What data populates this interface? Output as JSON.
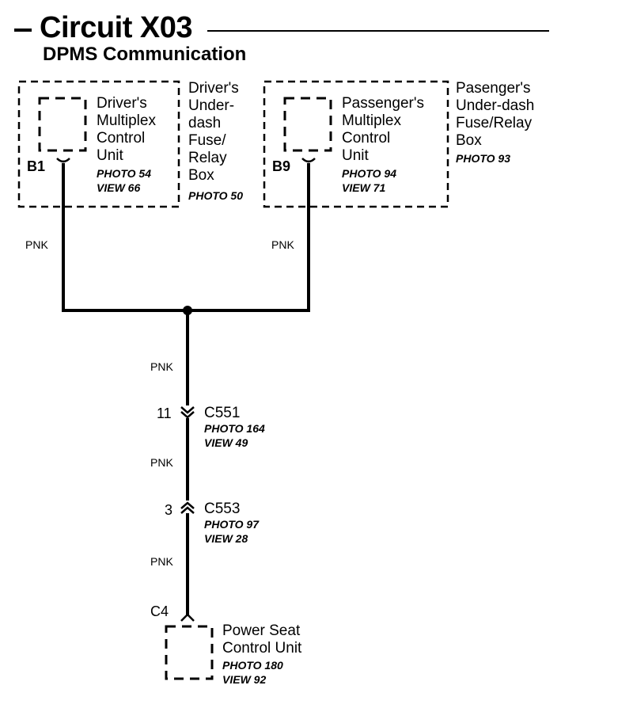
{
  "header": {
    "title": "Circuit X03",
    "subtitle": "DPMS Communication"
  },
  "driver_box": {
    "unit_name": "Driver's\nMultiplex\nControl\nUnit",
    "unit_photo": "PHOTO 54",
    "unit_view": "VIEW 66",
    "terminal": "B1",
    "box_name": "Driver's\nUnder-\ndash\nFuse/\nRelay\nBox",
    "box_photo": "PHOTO 50"
  },
  "passenger_box": {
    "unit_name": "Passenger's\nMultiplex\nControl\nUnit",
    "unit_photo": "PHOTO 94",
    "unit_view": "VIEW 71",
    "terminal": "B9",
    "box_name": "Pasenger's\nUnder-dash\nFuse/Relay\nBox",
    "box_photo": "PHOTO 93"
  },
  "wires": {
    "left": "PNK",
    "right": "PNK",
    "trunk1": "PNK",
    "trunk2": "PNK",
    "trunk3": "PNK"
  },
  "connector_c551": {
    "pin": "11",
    "name": "C551",
    "photo": "PHOTO 164",
    "view": "VIEW 49"
  },
  "connector_c553": {
    "pin": "3",
    "name": "C553",
    "photo": "PHOTO 97",
    "view": "VIEW 28"
  },
  "seat_unit": {
    "terminal": "C4",
    "name": "Power Seat\nControl Unit",
    "photo": "PHOTO 180",
    "view": "VIEW 92"
  }
}
